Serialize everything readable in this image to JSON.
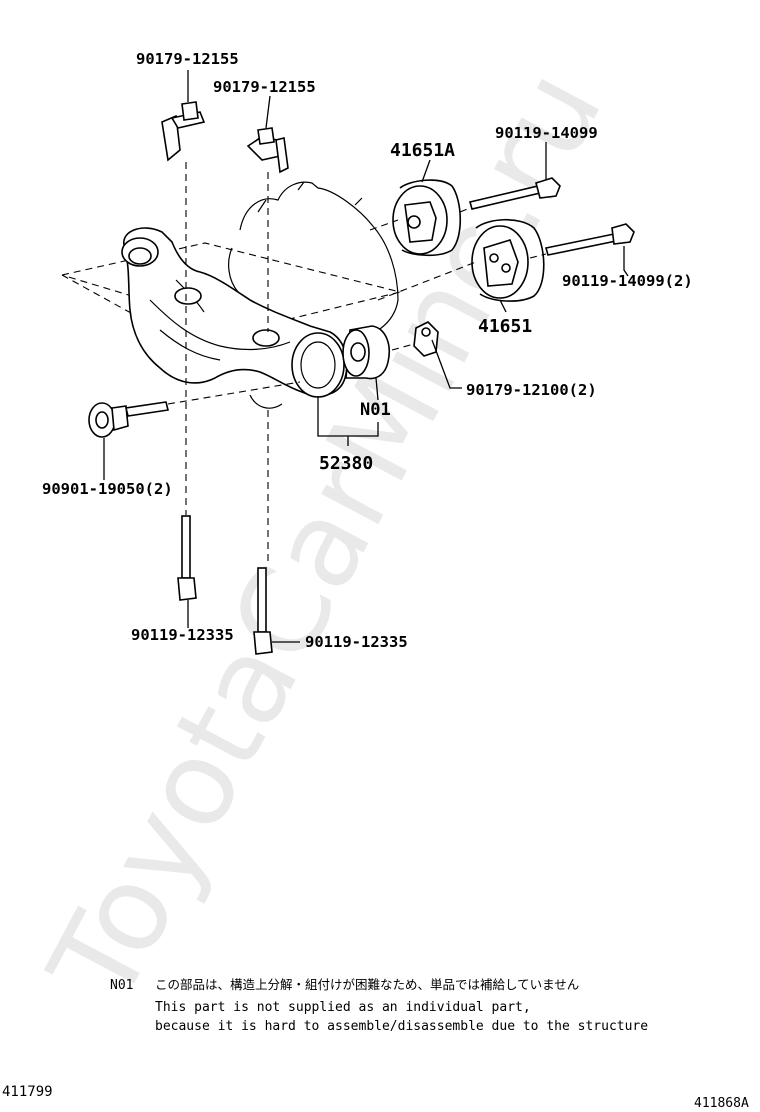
{
  "watermark": "ToyotaCarMine.ru",
  "labels": {
    "bracket_bolt_a": "90179-12155",
    "bracket_bolt_b": "90179-12155",
    "mount_upper": "41651A",
    "long_bolt_upper": "90119-14099",
    "long_bolt_lower": "90119-14099(2)",
    "mount_lower": "41651",
    "nut_small": "90179-12100(2)",
    "insert_note_ref": "N01",
    "support_member": "52380",
    "washer_bolt": "90901-19050(2)",
    "stud_bolt_left": "90119-12335",
    "stud_bolt_right": "90119-12335"
  },
  "note": {
    "code": "N01",
    "japanese": "この部品は、構造上分解・組付けが困難なため、単品では補給していません",
    "english_line1": "This part is not supplied as an individual part,",
    "english_line2": "because it is hard to assemble/disassemble due to the structure"
  },
  "footer": {
    "figure_id": "411799",
    "drawing_id": "411868A"
  }
}
